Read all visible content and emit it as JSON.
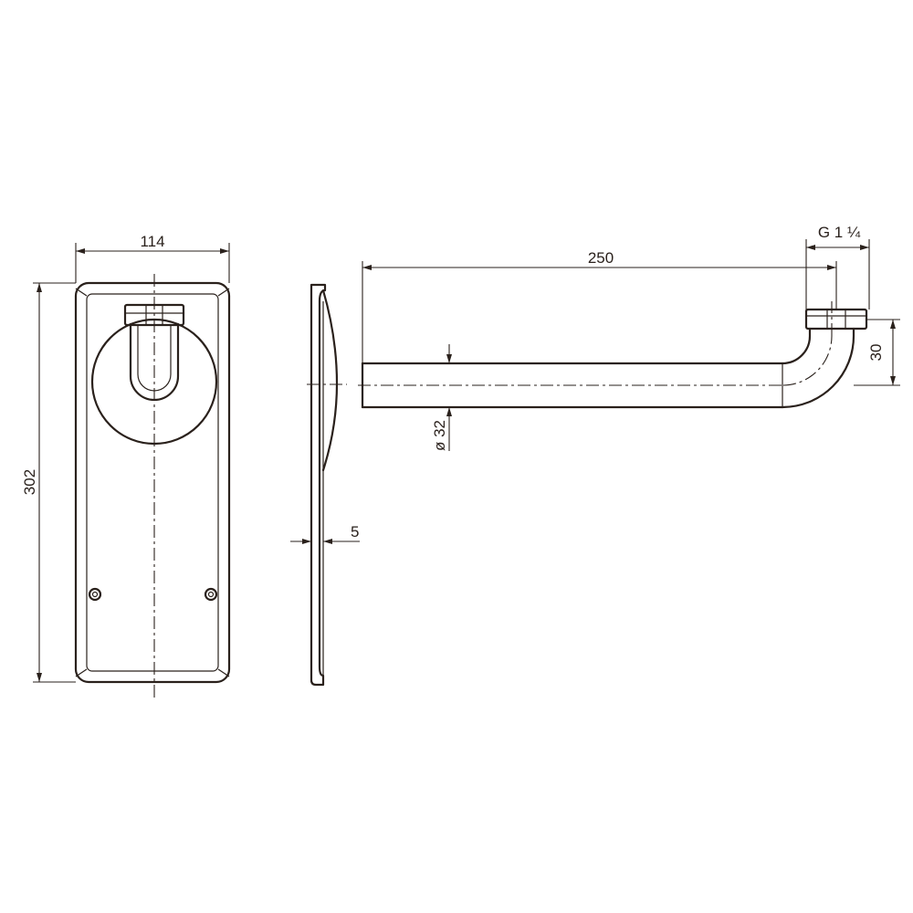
{
  "front_view": {
    "width_label": "114",
    "height_label": "302"
  },
  "side_view": {
    "thickness_label": "5"
  },
  "pipe_view": {
    "length_label": "250",
    "thread_label": "G 1 ¼",
    "offset_label": "30",
    "diameter_label": "ø 32"
  },
  "colors": {
    "line": "#2a211c",
    "background": "#ffffff"
  }
}
